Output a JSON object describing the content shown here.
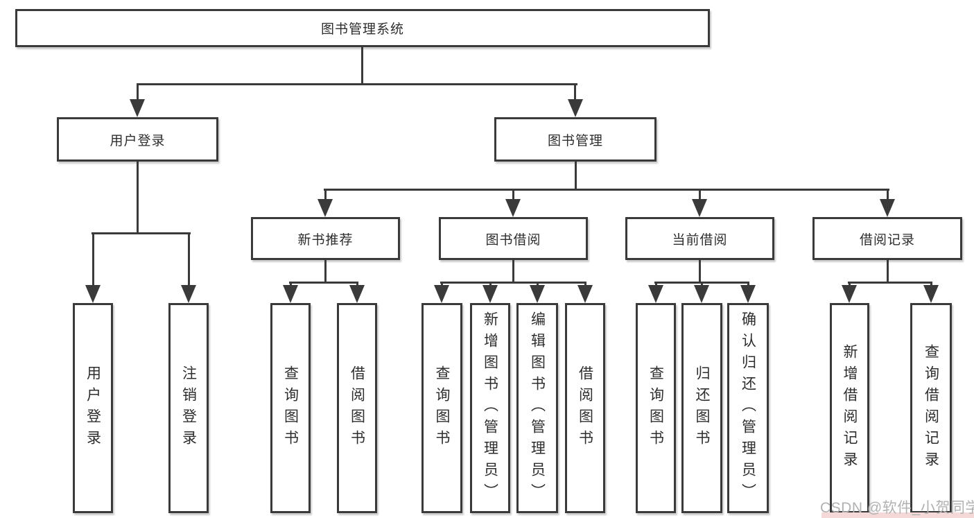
{
  "nodes": {
    "root": "图书管理系统",
    "level2": [
      "用户登录",
      "图书管理"
    ],
    "level3": [
      "新书推荐",
      "图书借阅",
      "当前借阅",
      "借阅记录"
    ],
    "leaves_login": [
      "用户登录",
      "注销登录"
    ],
    "leaves_recommend": [
      "查询图书",
      "借阅图书"
    ],
    "leaves_borrow": [
      "查询图书",
      "新增图书（管理员）",
      "编辑图书（管理员）",
      "借阅图书"
    ],
    "leaves_current": [
      "查询图书",
      "归还图书",
      "确认归还（管理员）"
    ],
    "leaves_records": [
      "新增借阅记录",
      "查询借阅记录"
    ]
  },
  "watermark": {
    "text": "CSDN @软件_小贺同学"
  },
  "colors": {
    "line": "#3a3a3a",
    "box_border": "#3a3a3a",
    "box_fill": "#ffffff",
    "text": "#2d2d2d",
    "watermark_text": "#b2b1b2",
    "watermark_accent": "#f5d9d9"
  }
}
